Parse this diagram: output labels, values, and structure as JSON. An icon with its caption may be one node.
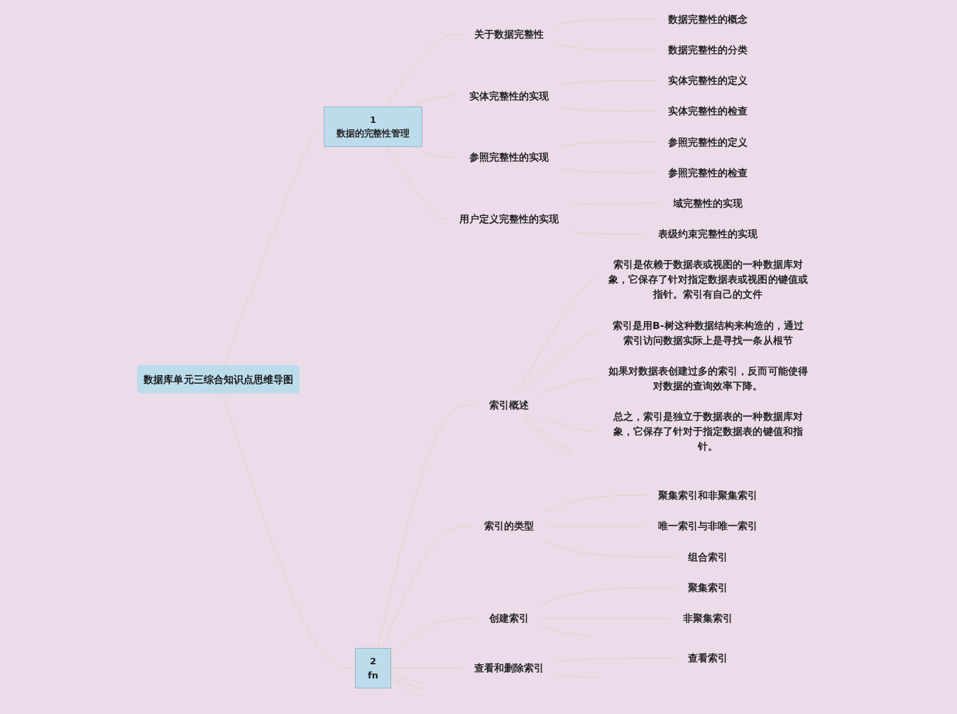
{
  "diagram": {
    "nodes": [
      {
        "text": [
          "数据库单元三综合知识点思维导图"
        ]
      },
      {
        "text": [
          "1",
          "数据的完整性管理"
        ]
      },
      {
        "text": [
          "关于数据完整性"
        ]
      },
      {
        "text": [
          "数据完整性的概念"
        ]
      },
      {
        "text": [
          "数据完整性的分类"
        ]
      },
      {
        "text": [
          "实体完整性的实现"
        ]
      },
      {
        "text": [
          "实体完整性的定义"
        ]
      },
      {
        "text": [
          "实体完整性的检查"
        ]
      },
      {
        "text": [
          "参照完整性的实现"
        ]
      },
      {
        "text": [
          "参照完整性的定义"
        ]
      },
      {
        "text": [
          "参照完整性的检查"
        ]
      },
      {
        "text": [
          "用户定义完整性的实现"
        ]
      },
      {
        "text": [
          "域完整性的实现"
        ]
      },
      {
        "text": [
          "表级约束完整性的实现"
        ]
      },
      {
        "text": [
          "2",
          "fn"
        ]
      },
      {
        "text": [
          "索引概述"
        ]
      },
      {
        "text": [
          "索引是依赖于数据表或视图的一种数据库对象，它保存了针对指定数据表或视图的键值或指针。索引有自己的文件"
        ]
      },
      {
        "text": [
          "索引是用B-树这种数据结构来构造的，通过索引访问数据实际上是寻找一条从根节"
        ]
      },
      {
        "text": [
          "如果对数据表创建过多的索引，反而可能使得对数据的查询效率下降。"
        ]
      },
      {
        "text": [
          "总之，索引是独立于数据表的一种数据库对象，它保存了针对于指定数据表的键值和指针。"
        ]
      },
      {
        "text": [
          "索引的类型"
        ]
      },
      {
        "text": [
          "聚集索引和非聚集索引"
        ]
      },
      {
        "text": [
          "唯一索引与非唯一索引"
        ]
      },
      {
        "text": [
          "组合索引"
        ]
      },
      {
        "text": [
          "创建索引"
        ]
      },
      {
        "text": [
          "聚集索引"
        ]
      },
      {
        "text": [
          "非聚集索引"
        ]
      },
      {
        "text": [
          "查看和删除索引"
        ]
      },
      {
        "text": [
          "查看索引"
        ]
      }
    ],
    "edges": [
      {
        "from": 0,
        "to": 1,
        "arrow": "none"
      },
      {
        "from": 1,
        "to": 2,
        "arrow": "none"
      },
      {
        "from": 2,
        "to": 3,
        "arrow": "none"
      },
      {
        "from": 2,
        "to": 4,
        "arrow": "none"
      },
      {
        "from": 1,
        "to": 5,
        "arrow": "none"
      },
      {
        "from": 5,
        "to": 6,
        "arrow": "none"
      },
      {
        "from": 5,
        "to": 7,
        "arrow": "none"
      },
      {
        "from": 1,
        "to": 8,
        "arrow": "none"
      },
      {
        "from": 8,
        "to": 9,
        "arrow": "none"
      },
      {
        "from": 8,
        "to": 10,
        "arrow": "none"
      },
      {
        "from": 1,
        "to": 11,
        "arrow": "none"
      },
      {
        "from": 11,
        "to": 12,
        "arrow": "none"
      },
      {
        "from": 11,
        "to": 13,
        "arrow": "none"
      },
      {
        "from": 0,
        "to": 14,
        "arrow": "none"
      },
      {
        "from": 14,
        "to": 15,
        "arrow": "none"
      },
      {
        "from": 15,
        "to": 16,
        "arrow": "none"
      },
      {
        "from": 15,
        "to": 17,
        "arrow": "none"
      },
      {
        "from": 15,
        "to": 18,
        "arrow": "none"
      },
      {
        "from": 15,
        "to": 19,
        "arrow": "none"
      },
      {
        "from": 15,
        "to": null,
        "arrow": "none"
      },
      {
        "from": 15,
        "to": null,
        "arrow": "none"
      },
      {
        "from": 14,
        "to": 20,
        "arrow": "none"
      },
      {
        "from": 20,
        "to": 21,
        "arrow": "none"
      },
      {
        "from": 20,
        "to": 22,
        "arrow": "none"
      },
      {
        "from": 20,
        "to": 23,
        "arrow": "none"
      },
      {
        "from": 14,
        "to": 24,
        "arrow": "none"
      },
      {
        "from": 24,
        "to": 25,
        "arrow": "none"
      },
      {
        "from": 24,
        "to": 26,
        "arrow": "none"
      },
      {
        "from": 24,
        "to": null,
        "arrow": "none"
      },
      {
        "from": 14,
        "to": 27,
        "arrow": "none"
      },
      {
        "from": 27,
        "to": 28,
        "arrow": "none"
      },
      {
        "from": 27,
        "to": null,
        "arrow": "none"
      },
      {
        "from": 14,
        "to": null,
        "arrow": "none"
      },
      {
        "from": 14,
        "to": null,
        "arrow": "none"
      },
      {
        "from": 14,
        "to": null,
        "arrow": "none"
      }
    ]
  }
}
